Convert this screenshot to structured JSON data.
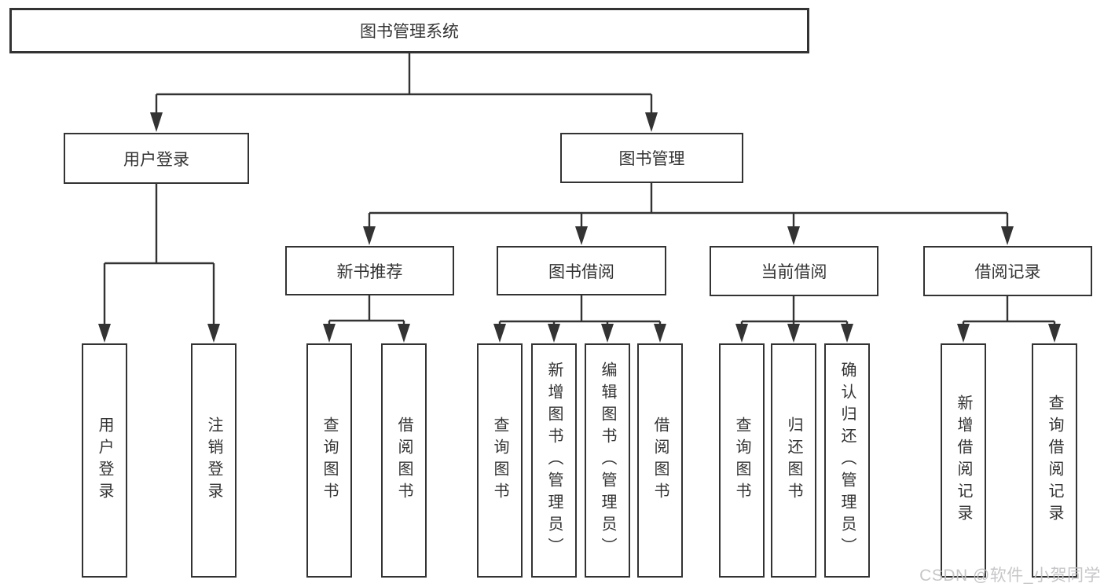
{
  "diagram": {
    "root": {
      "label": "图书管理系统"
    },
    "branches": {
      "user_login": {
        "label": "用户登录",
        "children": {
          "login": {
            "label": "用户登录"
          },
          "logout": {
            "label": "注销登录"
          }
        }
      },
      "book_mgmt": {
        "label": "图书管理",
        "children": {
          "new_book_rec": {
            "label": "新书推荐",
            "children": {
              "query_books": {
                "label": "查询图书"
              },
              "borrow_books": {
                "label": "借阅图书"
              }
            }
          },
          "book_borrow": {
            "label": "图书借阅",
            "children": {
              "query_books": {
                "label": "查询图书"
              },
              "add_books": {
                "label": "新增图书（管理员）"
              },
              "edit_books": {
                "label": "编辑图书（管理员）"
              },
              "borrow_books": {
                "label": "借阅图书"
              }
            }
          },
          "current_borrow": {
            "label": "当前借阅",
            "children": {
              "query_books": {
                "label": "查询图书"
              },
              "return_books": {
                "label": "归还图书"
              },
              "confirm_return": {
                "label": "确认归还（管理员）"
              }
            }
          },
          "borrow_records": {
            "label": "借阅记录",
            "children": {
              "add_record": {
                "label": "新增借阅记录"
              },
              "query_record": {
                "label": "查询借阅记录"
              }
            }
          }
        }
      }
    }
  },
  "watermark": {
    "text": "CSDN @软件_小贺同学"
  },
  "colors": {
    "line": "#333333",
    "text": "#333333",
    "box_background": "#ffffff",
    "page_background": "#ffffff",
    "watermark": "#c3c3c5"
  }
}
